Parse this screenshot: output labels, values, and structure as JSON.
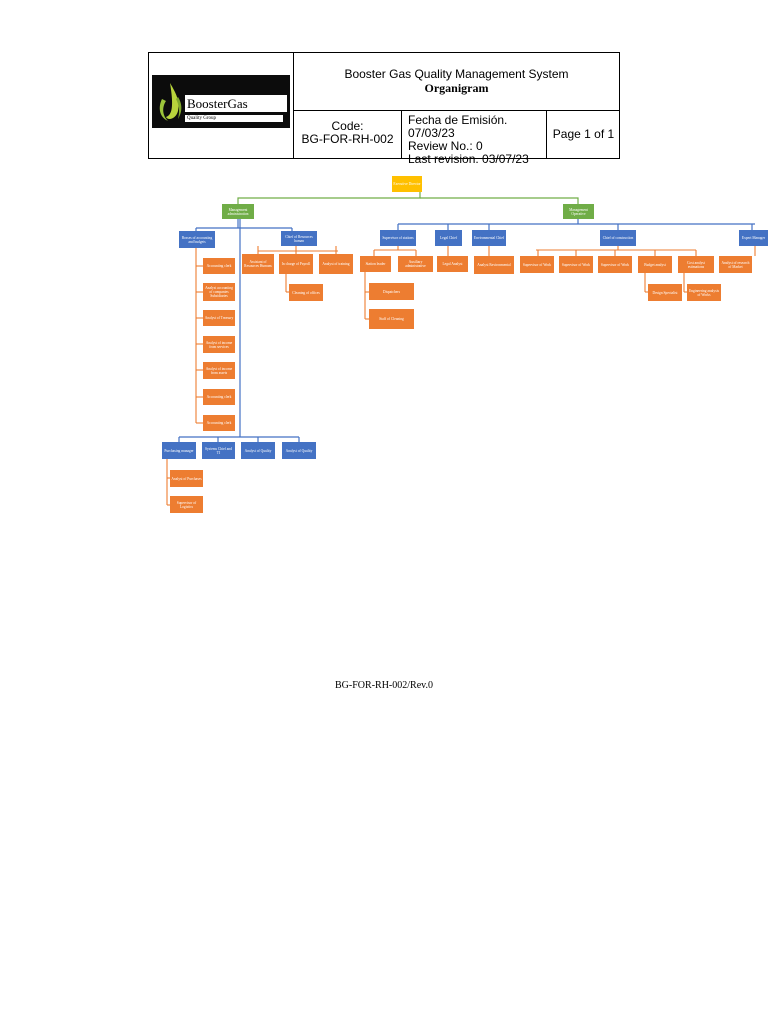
{
  "header": {
    "logo": {
      "name": "BoosterGas",
      "tagline": "Quality Group"
    },
    "title": "Booster Gas Quality Management System",
    "subtitle": "Organigram",
    "code_label": "Code:",
    "code_value": "BG-FOR-RH-002",
    "issue_date": "Fecha de Emisión. 07/03/23",
    "review_no": "Review No.: 0",
    "last_revision": "Last revision. 03/07/23",
    "page": "Page 1 of 1"
  },
  "org_chart": {
    "root": "Executive Director",
    "administration": {
      "head": "Management administration",
      "accounting_head": "Bosses of accounting and budgets",
      "accounting_staff": [
        "Accounting clerk",
        "Analyst accounting of companies Subsidiaries",
        "Analyst of Treasury",
        "Analyst of income from services",
        "Analyst of income from assets",
        "Accounting clerk",
        "Accounting clerk"
      ],
      "hr_head": "Chief of Resources human",
      "hr_staff": [
        "Assistant of Resources Humans",
        "In charge of Payroll",
        "Analyst of training"
      ],
      "hr_sub": "Cleaning of offices",
      "bottom_row": [
        "Purchasing manager",
        "Systems Chief and TI",
        "Analyst of Quality",
        "Analyst of Quality"
      ],
      "purchasing_staff": [
        "Analyst of Purchases",
        "Supervisor of Logistics"
      ]
    },
    "operation": {
      "head": "Management Operative",
      "children": [
        "Supervisor of stations",
        "Legal Chief",
        "Environmental Chief",
        "Chief of construction",
        "Expert Manager"
      ],
      "stations_staff": [
        "Station leader",
        "Auxiliary administrative"
      ],
      "stations_sub": [
        "Dispatchers",
        "Staff of Cleaning"
      ],
      "legal_staff": "Legal Analyst",
      "environment_staff": "Analyst Environmental",
      "construction_staff": [
        "Supervisor of Work",
        "Supervisor of Work",
        "Supervisor of Work",
        "Budget analyst",
        "Cost analyst estimations"
      ],
      "construction_sub": [
        "Design Specialist",
        "Engineering analysis of Works"
      ],
      "expert_staff": "Analyst of research of Market"
    }
  },
  "footer": "BG-FOR-RH-002/Rev.0",
  "colors": {
    "blue": "#4472c4",
    "green": "#70ad47",
    "orange": "#ed7d31",
    "yellow": "#ffc000",
    "line_green": "#70ad47",
    "line_blue": "#4472c4",
    "line_orange": "#ed7d31"
  }
}
